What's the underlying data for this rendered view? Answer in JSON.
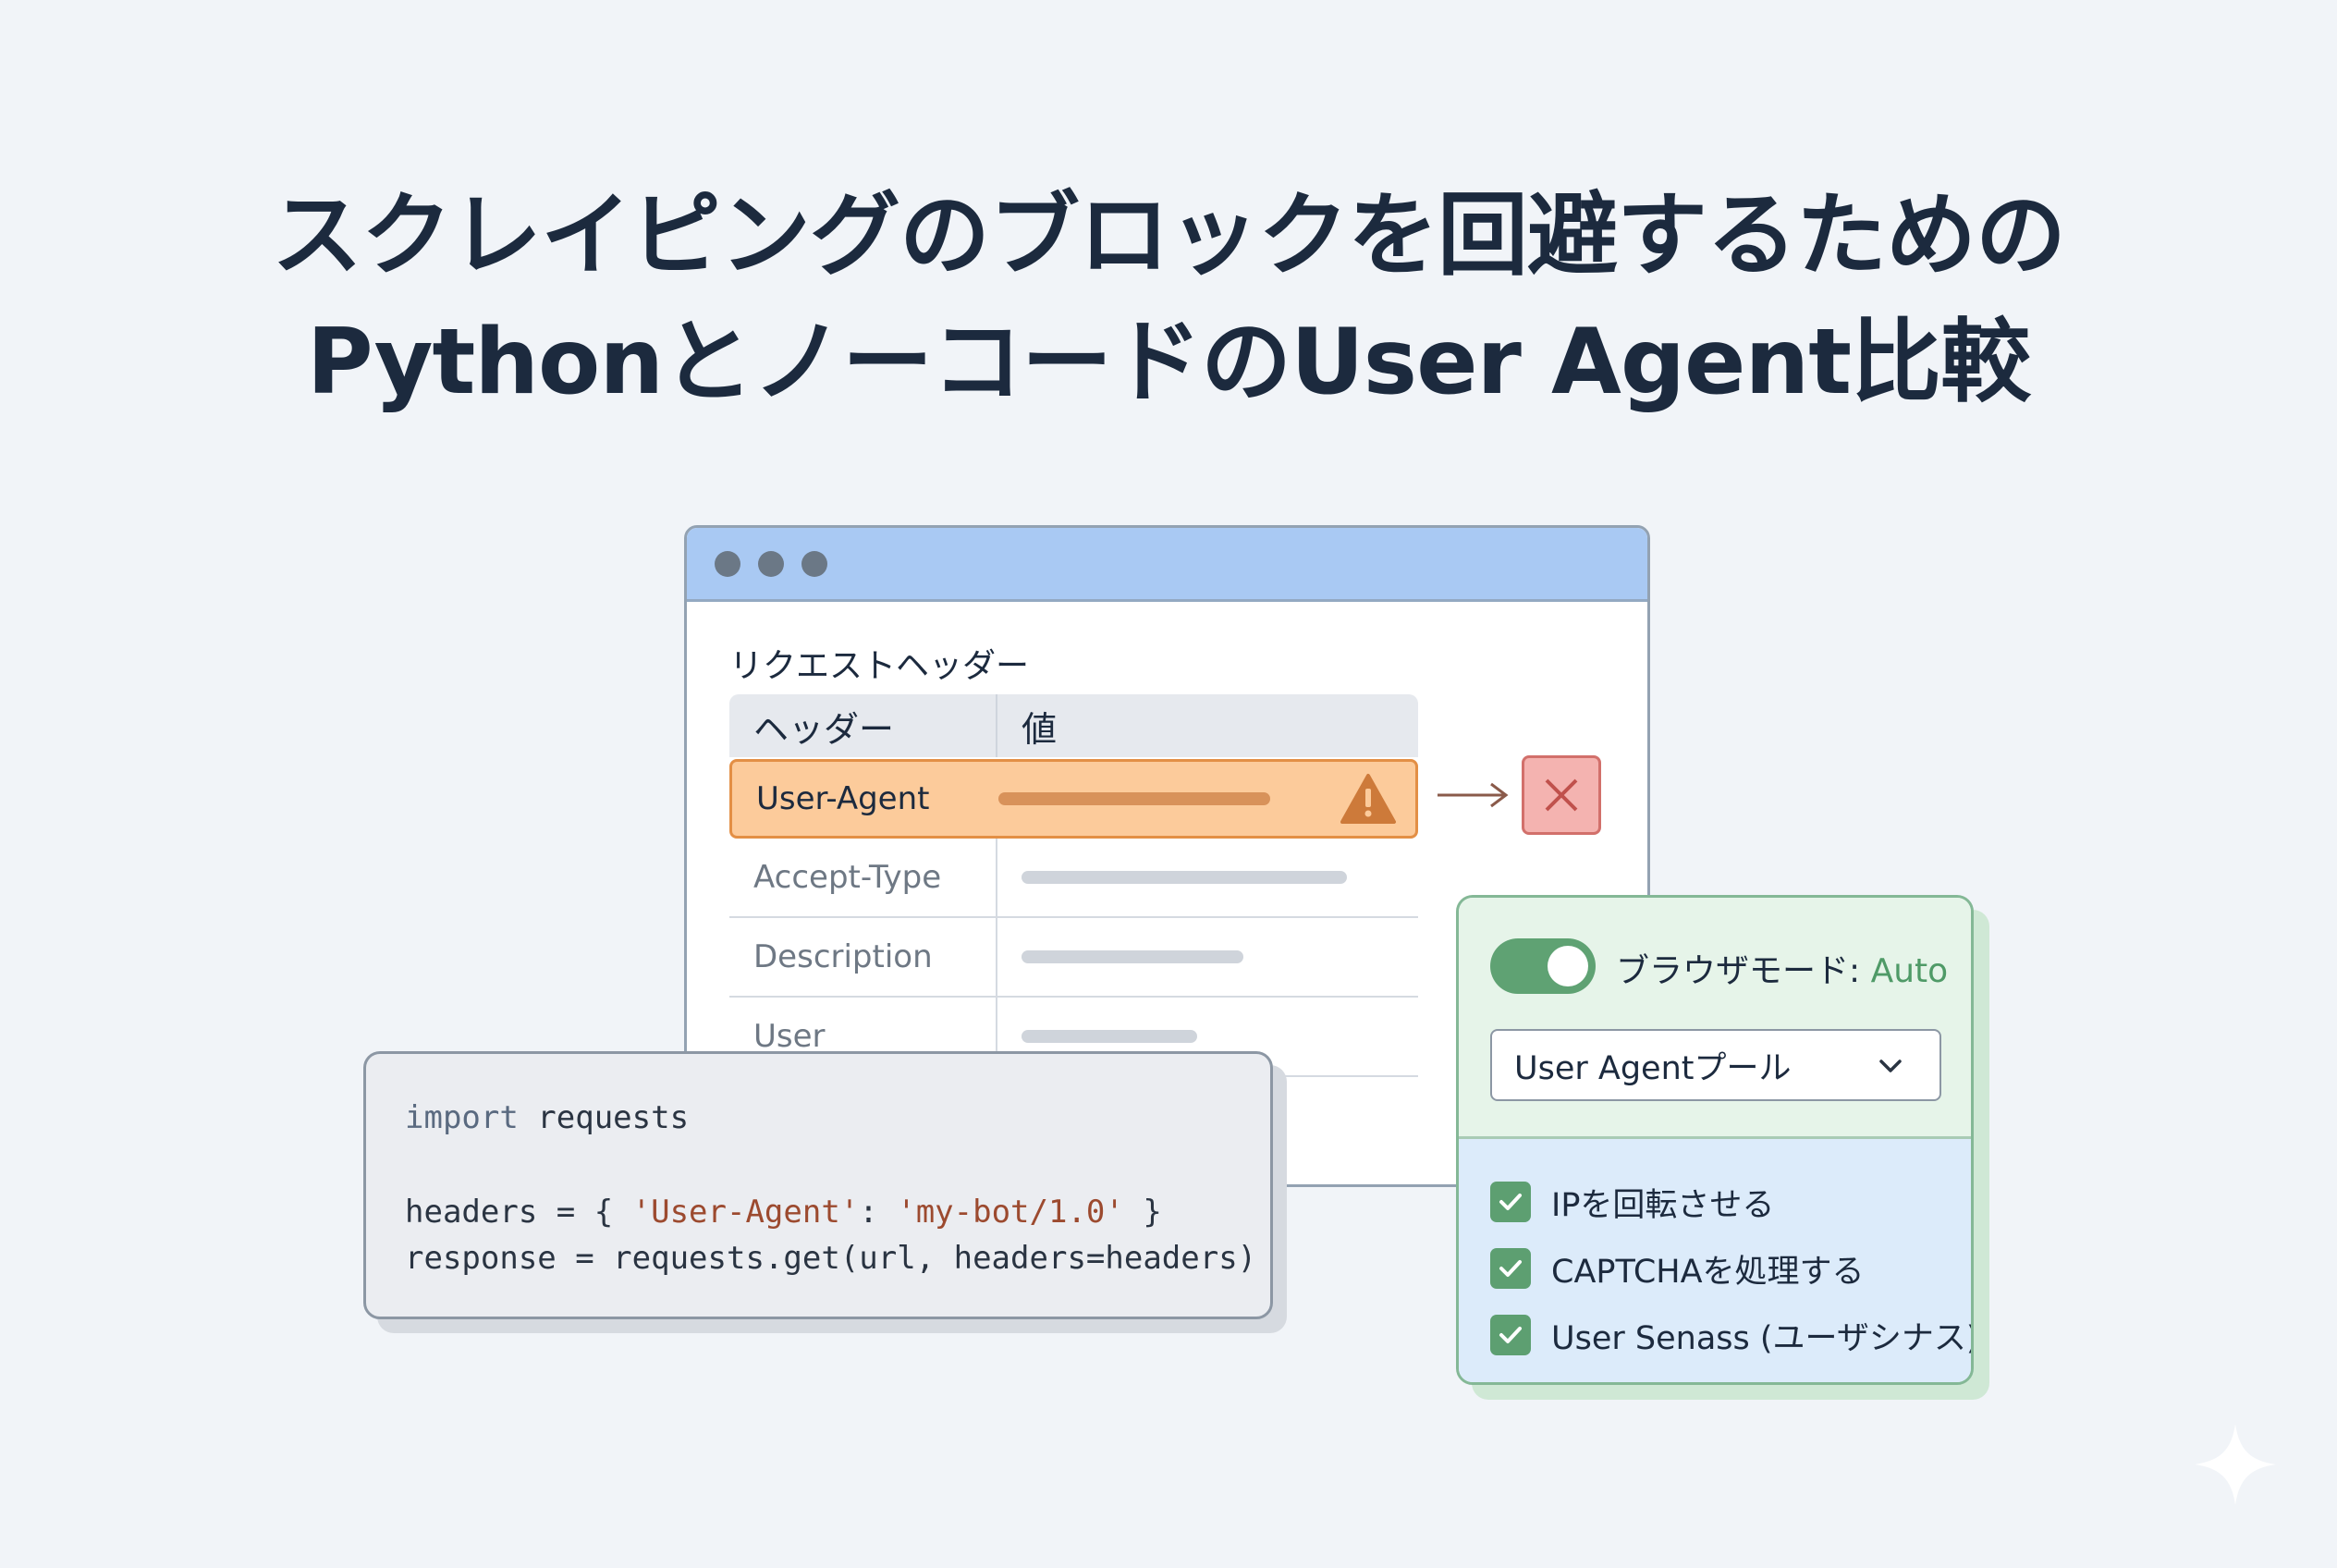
{
  "title": {
    "line1": "スクレイピングのブロックを回避するための",
    "line2": "PythonとノーコードのUser Agent比較"
  },
  "browser_window": {
    "section_label": "リクエストヘッダー",
    "table": {
      "headers": [
        "ヘッダー",
        "値"
      ],
      "rows": [
        {
          "name": "User-Agent",
          "status": "warning"
        },
        {
          "name": "Accept-Type"
        },
        {
          "name": "Description"
        },
        {
          "name": "User"
        }
      ]
    }
  },
  "code": {
    "lines": [
      {
        "keyword": "import",
        "rest": " requests"
      },
      {
        "prefix": "headers = { ",
        "key": "'User-Agent'",
        "sep": ": ",
        "value": "'my-bot/1.0'",
        "suffix": " }"
      },
      {
        "text": "response = requests.get(url, headers=headers)"
      }
    ]
  },
  "settings": {
    "toggle_label": "ブラウザモード: ",
    "toggle_value": "Auto",
    "toggle_on": true,
    "dropdown_selected": "User Agentプール",
    "checks": [
      {
        "label": "IPを回転させる",
        "checked": true
      },
      {
        "label": "CAPTCHAを処理する",
        "checked": true
      },
      {
        "label": "User Senass (ユーザシナス)",
        "checked": true
      }
    ]
  },
  "colors": {
    "warning": "#fccb9b",
    "blocked": "#f4b3b0",
    "accent_green": "#5fa273",
    "titlebar": "#a9c9f3"
  }
}
